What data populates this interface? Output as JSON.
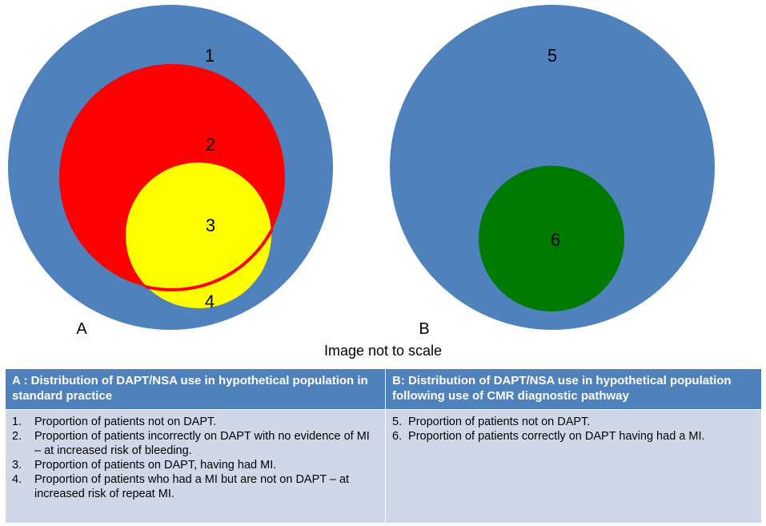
{
  "diagram": {
    "panel_a": {
      "label": "A",
      "regions": [
        {
          "number": "1",
          "color": "#4f81bd"
        },
        {
          "number": "2",
          "color": "#ff0000"
        },
        {
          "number": "3",
          "color": "#ffff00"
        },
        {
          "number": "4",
          "color": "#ffff00"
        }
      ]
    },
    "panel_b": {
      "label": "B",
      "regions": [
        {
          "number": "5",
          "color": "#4f81bd"
        },
        {
          "number": "6",
          "color": "#007a00"
        }
      ]
    },
    "caption": "Image not to scale"
  },
  "legend": {
    "col_a": {
      "header": "A : Distribution of DAPT/NSA use in hypothetical population in standard practice",
      "items": [
        {
          "num": "1.",
          "text": "Proportion of patients not on DAPT."
        },
        {
          "num": "2.",
          "text": "Proportion of patients incorrectly on DAPT with no evidence of MI – at increased risk of bleeding."
        },
        {
          "num": "3.",
          "text": "Proportion of patients on DAPT, having had MI."
        },
        {
          "num": "4.",
          "text": "Proportion of patients who had a MI but are not on DAPT – at increased risk of repeat MI."
        }
      ]
    },
    "col_b": {
      "header": "B: Distribution of DAPT/NSA use in hypothetical population following use of CMR diagnostic pathway",
      "items": [
        {
          "num": "5.",
          "text": "Proportion of patients not on DAPT."
        },
        {
          "num": "6.",
          "text": "Proportion of patients correctly on DAPT having had a MI."
        }
      ]
    }
  }
}
